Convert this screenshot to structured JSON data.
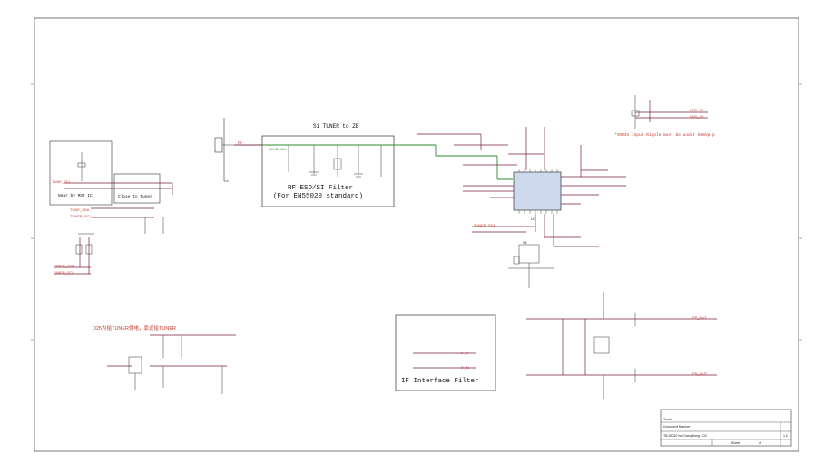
{
  "sections": {
    "si_tuner_title": "Si TUNER to ZB",
    "rf_filter_line1": "RF ESD/SI Filter",
    "rf_filter_line2": "(For EN55020 standard)",
    "if_filter_title": "IF Interface Filter",
    "near_mst": "Near by MST IC",
    "close_tuner": "Close to Tuner",
    "ripple_note": "*VDD3V Input Ripple must be under 50mVp-p",
    "tuner_power_note": "D25为给TUNER供电，靠近给TUNER",
    "drain": "D/Y/B MHz",
    "rf_net": "RF",
    "vddx_labels": [
      "VDD_3V",
      "VDD_3V"
    ],
    "signal_labels": [
      "TUNE_SCL",
      "TUNE_SDA",
      "TUNER_SCL",
      "TUNER_SDA",
      "TUNER_SCL",
      "TUNER_SDA"
    ],
    "if_labels": [
      "IF_P",
      "IF_N",
      "IFP_OUT",
      "IFN_OUT"
    ],
    "ic_label": "U1",
    "xtal_label": "X1"
  },
  "title_block": {
    "row1": "Tuner",
    "row2a": "Document Number",
    "row2b": "TB-55020 for ChangHong LCD",
    "rev": "1.0",
    "sheet": "Sheet",
    "of": "of"
  }
}
